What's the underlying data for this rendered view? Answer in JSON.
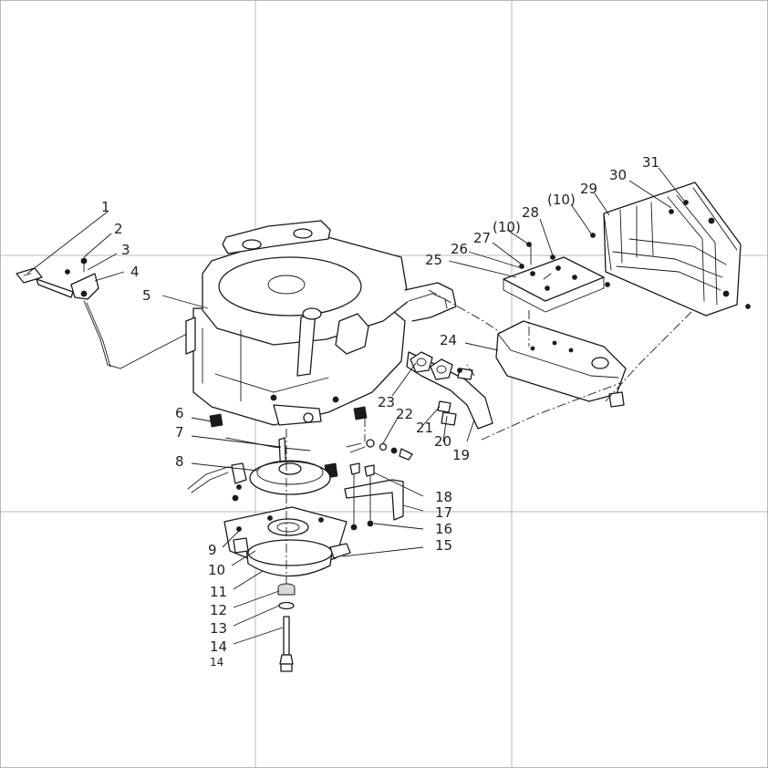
{
  "colors": {
    "line": "#1a1a1a",
    "grid": "#b8b8b8",
    "background": "#ffffff"
  },
  "callouts": [
    {
      "id": "c1",
      "text": "1"
    },
    {
      "id": "c2",
      "text": "2"
    },
    {
      "id": "c3",
      "text": "3"
    },
    {
      "id": "c4",
      "text": "4"
    },
    {
      "id": "c5",
      "text": "5"
    },
    {
      "id": "c6",
      "text": "6"
    },
    {
      "id": "c7",
      "text": "7"
    },
    {
      "id": "c8",
      "text": "8"
    },
    {
      "id": "c9",
      "text": "9"
    },
    {
      "id": "c10",
      "text": "10"
    },
    {
      "id": "c11",
      "text": "11"
    },
    {
      "id": "c12",
      "text": "12"
    },
    {
      "id": "c13",
      "text": "13"
    },
    {
      "id": "c14",
      "text": "14"
    },
    {
      "id": "c14b",
      "text": "14"
    },
    {
      "id": "c15",
      "text": "15"
    },
    {
      "id": "c16",
      "text": "16"
    },
    {
      "id": "c17",
      "text": "17"
    },
    {
      "id": "c18",
      "text": "18"
    },
    {
      "id": "c19",
      "text": "19"
    },
    {
      "id": "c20",
      "text": "20"
    },
    {
      "id": "c21",
      "text": "21"
    },
    {
      "id": "c22",
      "text": "22"
    },
    {
      "id": "c23",
      "text": "23"
    },
    {
      "id": "c24",
      "text": "24"
    },
    {
      "id": "c25",
      "text": "25"
    },
    {
      "id": "c26",
      "text": "26"
    },
    {
      "id": "c27",
      "text": "27"
    },
    {
      "id": "c10a",
      "text": "(10)"
    },
    {
      "id": "c28",
      "text": "28"
    },
    {
      "id": "c10b",
      "text": "(10)"
    },
    {
      "id": "c29",
      "text": "29"
    },
    {
      "id": "c30",
      "text": "30"
    },
    {
      "id": "c31",
      "text": "31"
    }
  ]
}
